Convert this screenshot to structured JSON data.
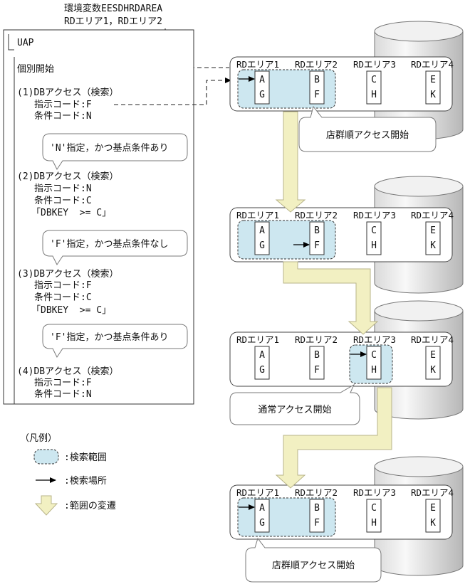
{
  "env_var": {
    "name": "環境変数EESDHRDAREA",
    "value": "RDエリア1，RDエリア2"
  },
  "uap": {
    "title": "UAP",
    "start": "個別開始",
    "steps": [
      {
        "heading": "(1)DBアクセス（検索）",
        "lines": [
          "指示コード:F",
          "条件コード:N"
        ]
      },
      {
        "heading": "(2)DBアクセス（検索）",
        "lines": [
          "指示コード:N",
          "条件コード:C",
          "「DBKEY  >= C」"
        ]
      },
      {
        "heading": "(3)DBアクセス（検索）",
        "lines": [
          "指示コード:F",
          "条件コード:C",
          "「DBKEY  >= C」"
        ]
      },
      {
        "heading": "(4)DBアクセス（検索）",
        "lines": [
          "指示コード:F",
          "条件コード:N"
        ]
      }
    ],
    "notes": [
      "'N'指定，かつ基点条件あり",
      "'F'指定，かつ基点条件なし",
      "'F'指定，かつ基点条件あり"
    ]
  },
  "rd_areas": [
    {
      "label": "RDエリア1",
      "keys": [
        "A",
        "G"
      ]
    },
    {
      "label": "RDエリア2",
      "keys": [
        "B",
        "F"
      ]
    },
    {
      "label": "RDエリア3",
      "keys": [
        "C",
        "H"
      ]
    },
    {
      "label": "RDエリア4",
      "keys": [
        "E",
        "K"
      ]
    }
  ],
  "states": [
    {
      "search_range_areas": [
        1,
        2
      ],
      "search_location": {
        "area": 1,
        "row": 1
      },
      "callout": "店群順アクセス開始"
    },
    {
      "search_range_areas": [
        1,
        2
      ],
      "search_location": {
        "area": 2,
        "row": 2
      }
    },
    {
      "search_range_areas": [
        3
      ],
      "search_location": {
        "area": 3,
        "row": 1
      },
      "callout": "通常アクセス開始"
    },
    {
      "search_range_areas": [
        1,
        2
      ],
      "search_location": {
        "area": 1,
        "row": 1
      },
      "callout": "店群順アクセス開始"
    }
  ],
  "legend": {
    "title": "（凡例）",
    "search_range": ":検索範囲",
    "search_location": ":検索場所",
    "range_transition": ":範囲の変遷"
  },
  "colors": {
    "search_range": "#cde7f0",
    "range_transition": "#f2f0c2"
  }
}
